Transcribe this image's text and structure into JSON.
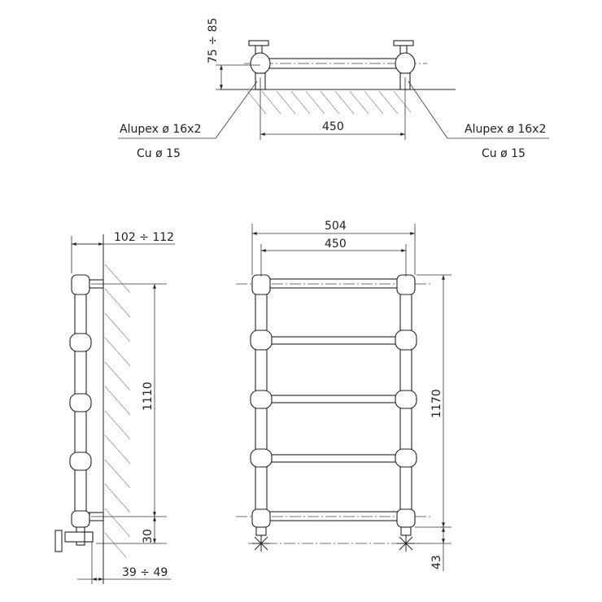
{
  "top_view": {
    "dim_height": "75 ÷ 85",
    "dim_spacing": "450",
    "left_pipe_label": "Alupex ø 16x2",
    "left_cu_label": "Cu ø 15",
    "right_pipe_label": "Alupex ø 16x2",
    "right_cu_label": "Cu ø 15"
  },
  "side_view": {
    "dim_wall_distance": "102 ÷ 112",
    "dim_height": "1110",
    "dim_bottom": "30",
    "dim_valve_offset": "39 ÷ 49"
  },
  "front_view": {
    "dim_total_width": "504",
    "dim_axis_width": "450",
    "dim_total_height": "1170",
    "dim_bottom": "43"
  }
}
